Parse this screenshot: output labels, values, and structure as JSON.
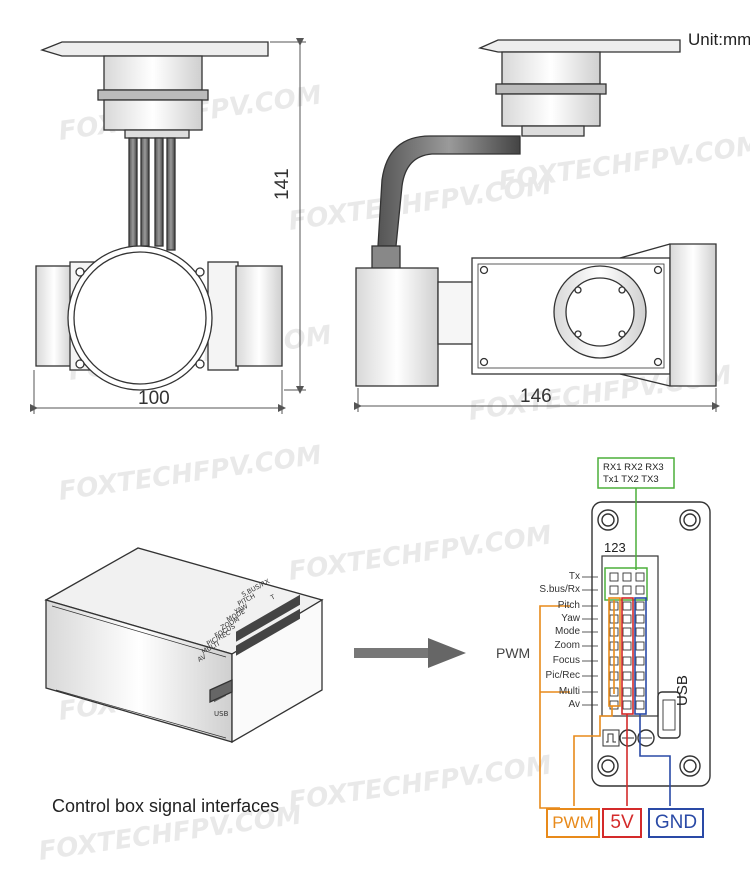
{
  "unit_note": "Unit:mm",
  "dimensions": {
    "width_front": "100",
    "height": "141",
    "depth_side": "146"
  },
  "caption": "Control box signal interfaces",
  "pinout": {
    "header_rows": [
      "RX1 RX2  RX3",
      "Tx1 TX2  TX3"
    ],
    "column_numbers": "123",
    "pins": [
      "Tx",
      "S.bus/Rx",
      "Pitch",
      "Yaw",
      "Mode",
      "Zoom",
      "Focus",
      "Pic/Rec",
      "Multi",
      "Av"
    ],
    "side_label": "PWM",
    "usb_label": "USB"
  },
  "legend": [
    {
      "label": "PWM",
      "color": "#e88a1a"
    },
    {
      "label": "5V",
      "color": "#d42a2a"
    },
    {
      "label": "GND",
      "color": "#2a4aa6"
    }
  ],
  "box_usb_label": "USB",
  "box_pin_labels": [
    "T",
    "S.BUS/RX",
    "PITCH",
    "YAW",
    "MODE",
    "ZOOM",
    "FOCUS",
    "PIC/REC",
    "MULTI",
    "AV"
  ],
  "watermark": "FOXTECHFPV.COM",
  "colors": {
    "line": "#333333",
    "green_bus": "#4caf3a",
    "pwm": "#e88a1a",
    "v5": "#d42a2a",
    "gnd": "#2a4aa6"
  }
}
